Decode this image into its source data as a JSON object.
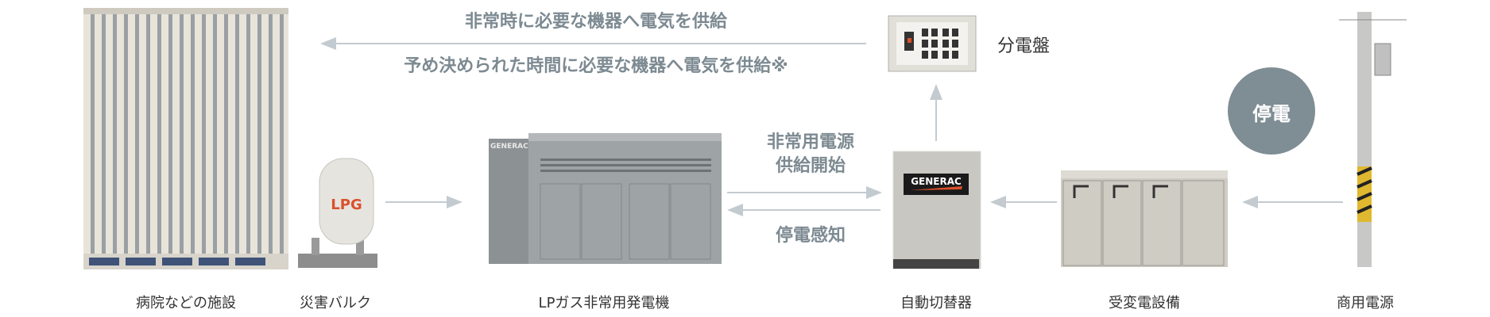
{
  "top_flow": {
    "line1": "非常時に必要な機器へ電気を供給",
    "line2": "予め決められた時間に必要な機器へ電気を供給※"
  },
  "panel_label": "分電盤",
  "gen_flow": {
    "start_line1": "非常用電源",
    "start_line2": "供給開始",
    "detect": "停電感知"
  },
  "outage_badge": "停電",
  "brand": "GENERAC",
  "tank_label": "LPG",
  "labels": {
    "hospital": "病院などの施設",
    "bulk": "災害バルク",
    "generator": "LPガス非常用発電機",
    "switch": "自動切替器",
    "substation": "受変電設備",
    "utility": "商用電源"
  },
  "colors": {
    "text": "#7d8a92",
    "arrow": "#c3cbd0",
    "badge": "#7f8d94",
    "accent": "#d9512c"
  }
}
